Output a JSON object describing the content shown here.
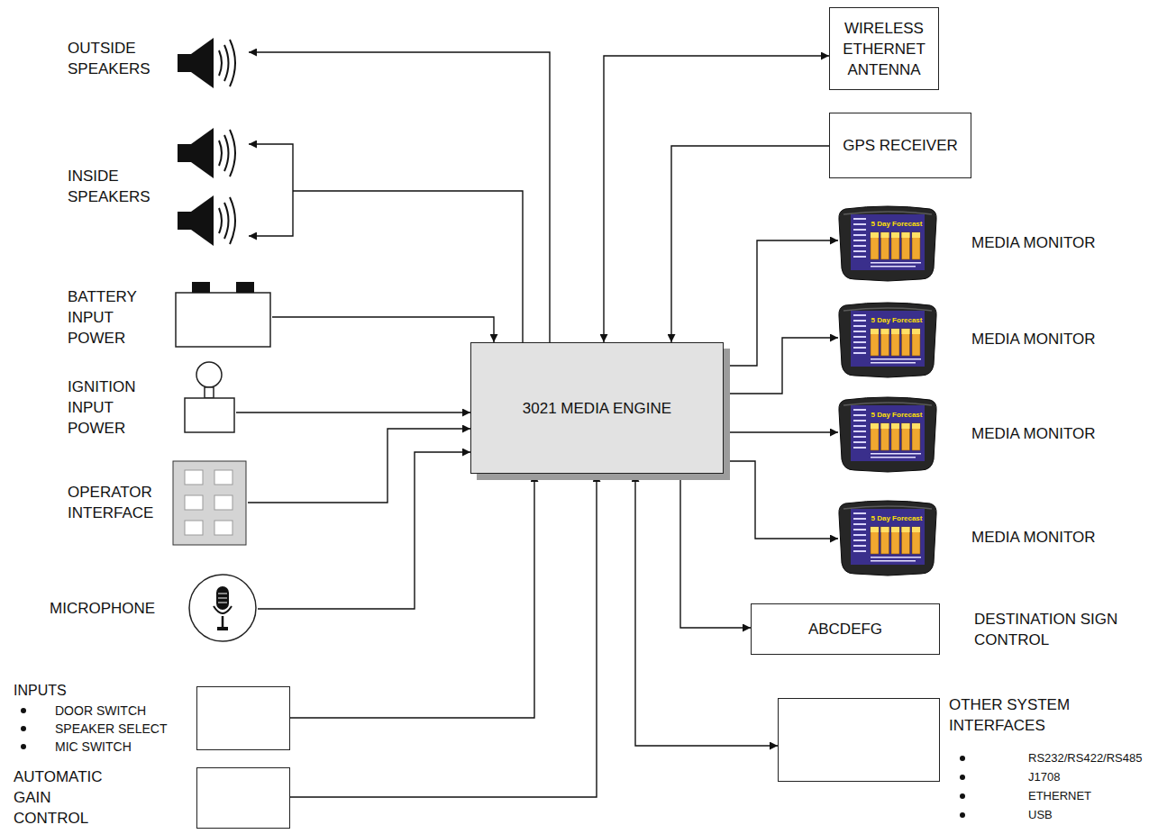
{
  "diagram": {
    "nodes": [
      {
        "text": [
          "OUTSIDE SPEAKERS"
        ]
      },
      {
        "text": [
          "INSIDE SPEAKERS"
        ]
      },
      {
        "text": [
          "BATTERY INPUT POWER"
        ]
      },
      {
        "text": [
          "IGNITION INPUT POWER"
        ]
      },
      {
        "text": [
          "OPERATOR INTERFACE"
        ]
      },
      {
        "text": [
          "MICROPHONE"
        ]
      },
      {
        "text": [
          "INPUTS",
          "DOOR SWITCH",
          "SPEAKER SELECT",
          "MIC SWITCH"
        ]
      },
      {
        "text": [
          "AUTOMATIC GAIN CONTROL"
        ]
      },
      {
        "text": [
          "3021 MEDIA ENGINE"
        ]
      },
      {
        "text": [
          "WIRELESS ETHERNET ANTENNA"
        ]
      },
      {
        "text": [
          "GPS RECEIVER"
        ]
      },
      {
        "text": [
          "MEDIA MONITOR"
        ]
      },
      {
        "text": [
          "MEDIA MONITOR"
        ]
      },
      {
        "text": [
          "MEDIA MONITOR"
        ]
      },
      {
        "text": [
          "MEDIA MONITOR"
        ]
      },
      {
        "text": [
          "ABCDEFG",
          "DESTINATION SIGN CONTROL"
        ]
      },
      {
        "text": [
          "OTHER SYSTEM INTERFACES",
          "RS232/RS422/RS485",
          "J1708",
          "ETHERNET",
          "USB"
        ]
      }
    ],
    "edges": [
      {
        "from": 8,
        "to": 0,
        "arrow": "to"
      },
      {
        "from": 8,
        "to": 1,
        "arrow": "to"
      },
      {
        "from": 2,
        "to": 8,
        "arrow": "to"
      },
      {
        "from": 3,
        "to": 8,
        "arrow": "to"
      },
      {
        "from": 4,
        "to": 8,
        "arrow": "to"
      },
      {
        "from": 5,
        "to": 8,
        "arrow": "to"
      },
      {
        "from": 6,
        "to": 8,
        "arrow": "to"
      },
      {
        "from": 7,
        "to": 8,
        "arrow": "to"
      },
      {
        "from": 8,
        "to": 9,
        "arrow": "both"
      },
      {
        "from": 10,
        "to": 8,
        "arrow": "to"
      },
      {
        "from": 8,
        "to": 11,
        "arrow": "to"
      },
      {
        "from": 8,
        "to": 12,
        "arrow": "to"
      },
      {
        "from": 8,
        "to": 13,
        "arrow": "to"
      },
      {
        "from": 8,
        "to": 14,
        "arrow": "to"
      },
      {
        "from": 8,
        "to": 15,
        "arrow": "to"
      },
      {
        "from": 8,
        "to": 16,
        "arrow": "both"
      }
    ],
    "labels": [
      "5 Day Forecast",
      "5 Day Forecast",
      "5 Day Forecast",
      "5 Day Forecast"
    ]
  }
}
